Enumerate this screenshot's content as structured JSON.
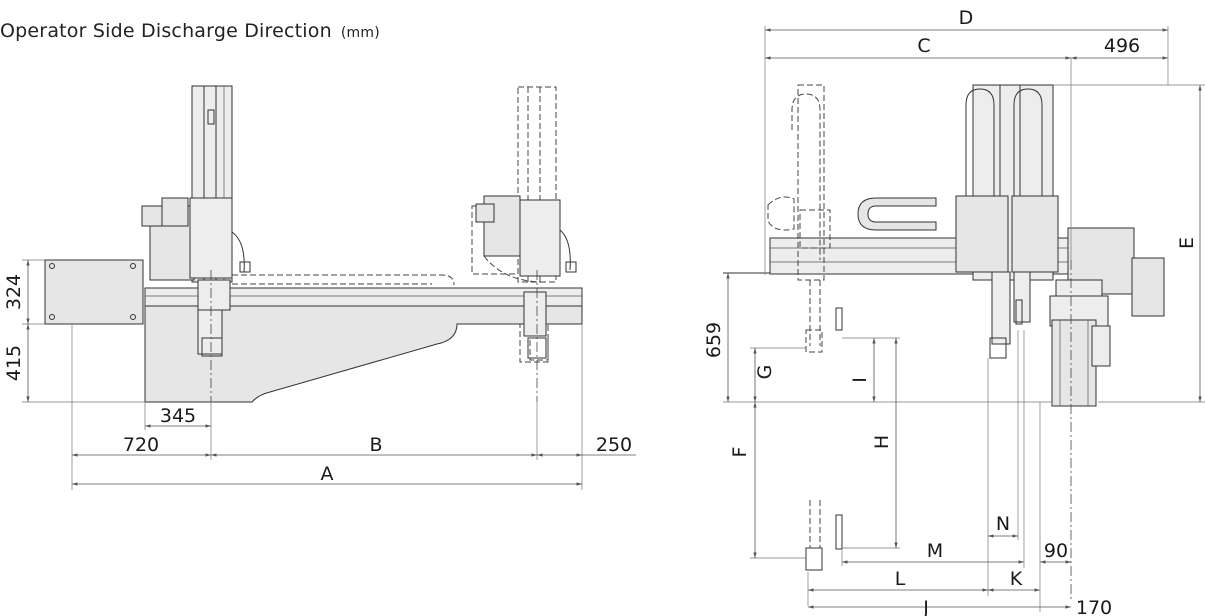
{
  "title": "Operator Side Discharge Direction",
  "title_unit": "(mm)",
  "left_view": {
    "dims": {
      "h_324": "324",
      "h_415": "415",
      "w_345": "345",
      "w_720": "720",
      "w_B": "B",
      "w_250": "250",
      "w_A": "A"
    }
  },
  "right_view": {
    "dims": {
      "D": "D",
      "C": "C",
      "w_496": "496",
      "E": "E",
      "h_659": "659",
      "G": "G",
      "I": "I",
      "H": "H",
      "F": "F",
      "N": "N",
      "M": "M",
      "w_90": "90",
      "L": "L",
      "K": "K",
      "J": "J",
      "w_170": "170"
    }
  }
}
